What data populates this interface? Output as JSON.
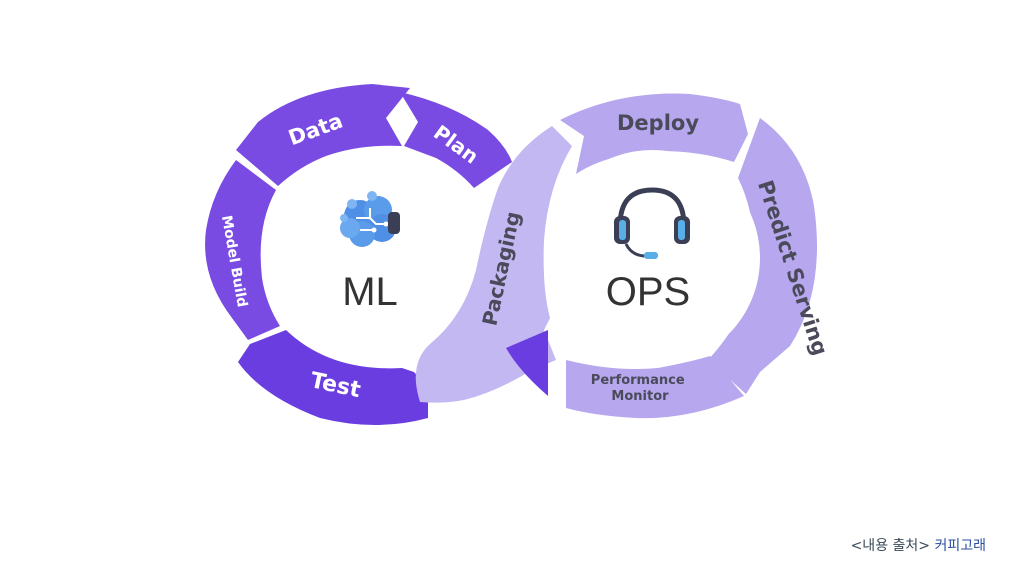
{
  "colors": {
    "ml_primary": "#7a4be3",
    "ml_dark": "#6236d6",
    "ops_light": "#b6a7ee",
    "ops_lighter": "#c4b8f2",
    "label_on_dark": "#ffffff",
    "label_on_light": "#4a4a5a",
    "hub_text": "#333333",
    "brain_icon": "#4f8fe6",
    "headset_icon": "#3a3f55",
    "headset_accent": "#5aaee8"
  },
  "ml_cycle": {
    "hub_label": "ML",
    "hub_icon": "brain-network-icon",
    "segments": [
      {
        "label": "Data"
      },
      {
        "label": "Plan"
      },
      {
        "label": "Model Build"
      },
      {
        "label": "Test"
      }
    ]
  },
  "ops_cycle": {
    "hub_label": "OPS",
    "hub_icon": "headset-icon",
    "segments": [
      {
        "label": "Packaging"
      },
      {
        "label": "Deploy"
      },
      {
        "label": "Predict Serving"
      },
      {
        "label": "Performance Monitor"
      }
    ]
  },
  "source": {
    "prefix": "<내용 출처>",
    "brand": "커피고래"
  }
}
